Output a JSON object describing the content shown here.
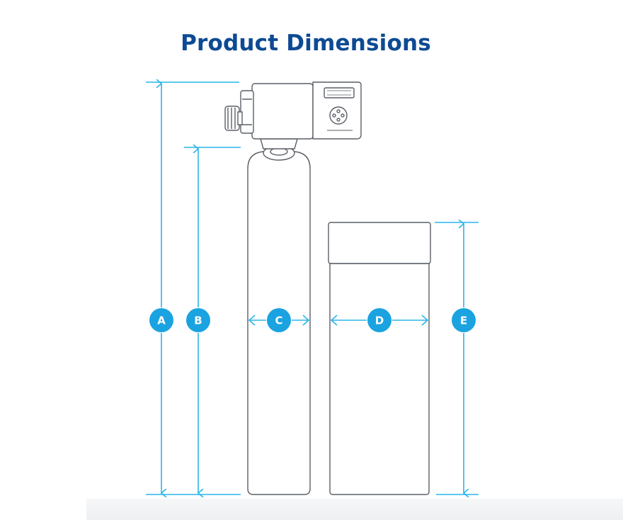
{
  "title": "Product Dimensions",
  "colors": {
    "title": "#0d4a93",
    "dimension_line": "#29b6e8",
    "badge_fill": "#1aa3e0",
    "outline": "#5a5f66"
  },
  "dimensions": [
    {
      "label": "A",
      "kind": "overall-height"
    },
    {
      "label": "B",
      "kind": "tank-height"
    },
    {
      "label": "C",
      "kind": "tank-width"
    },
    {
      "label": "D",
      "kind": "brine-tank-width"
    },
    {
      "label": "E",
      "kind": "brine-tank-height"
    }
  ]
}
